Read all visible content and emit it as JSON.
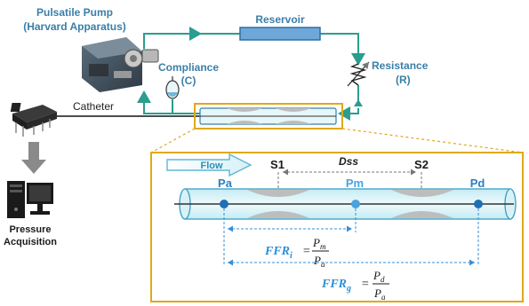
{
  "labels": {
    "pump_line1": "Pulsatile Pump",
    "pump_line2": "(Harvard Apparatus)",
    "reservoir": "Reservoir",
    "compliance_line1": "Compliance",
    "compliance_line2": "(C)",
    "resistance_line1": "Resistance",
    "resistance_line2": "(R)",
    "catheter": "Catheter",
    "pressure_line1": "Pressure",
    "pressure_line2": "Acquisition",
    "flow": "Flow",
    "s1": "S1",
    "s2": "S2",
    "dss": "Dss",
    "pa": "Pa",
    "pm": "Pm",
    "pd": "Pd"
  },
  "equations": {
    "ffr_i": {
      "lhs": "FFR",
      "sub": "i",
      "num": "P",
      "num_sub": "m",
      "den": "P",
      "den_sub": "a"
    },
    "ffr_g": {
      "lhs": "FFR",
      "sub": "g",
      "num": "P",
      "num_sub": "d",
      "den": "P",
      "den_sub": "a"
    }
  },
  "colors": {
    "loop": "#2a9d8f",
    "label_blue": "#3a7fa8",
    "inset_border": "#e0a81a",
    "sensor_dot": "#1f6fb5",
    "pm_dot": "#4aa3df",
    "formula_blue": "#2b8fd6",
    "tube": "#d9f1f6",
    "stenosis": "#bdbdbd"
  }
}
